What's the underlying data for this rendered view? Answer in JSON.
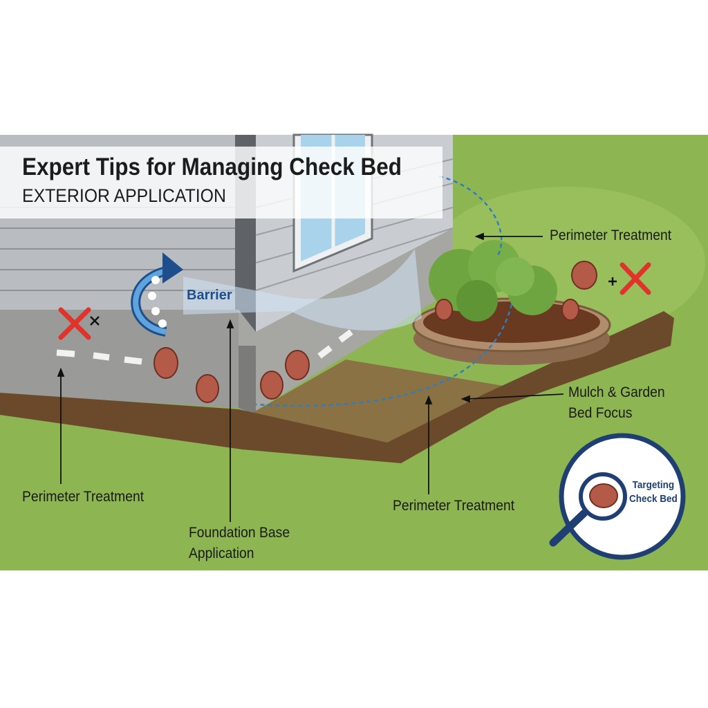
{
  "header": {
    "title": "Expert Tips for Managing Check Bed",
    "subtitle": "EXTERIOR APPLICATION"
  },
  "labels": {
    "barrier": "Barrier",
    "perimeter_top_right": "Perimeter Treatment",
    "mulch_focus_line1": "Mulch & Garden",
    "mulch_focus_line2": "Bed Focus",
    "perimeter_left": "Perimeter Treatment",
    "perimeter_center": "Perimeter Treatment",
    "foundation_line1": "Foundation Base",
    "foundation_line2": "Application"
  },
  "badge": {
    "line1": "Targeting",
    "line2": "Check Bed"
  },
  "colors": {
    "grass": "#8db552",
    "siding": "#b9bcc0",
    "foundation": "#9a9a98",
    "soil": "#6b4a2b",
    "accent_blue": "#1f4e8c",
    "cross_red": "#e0332c"
  }
}
